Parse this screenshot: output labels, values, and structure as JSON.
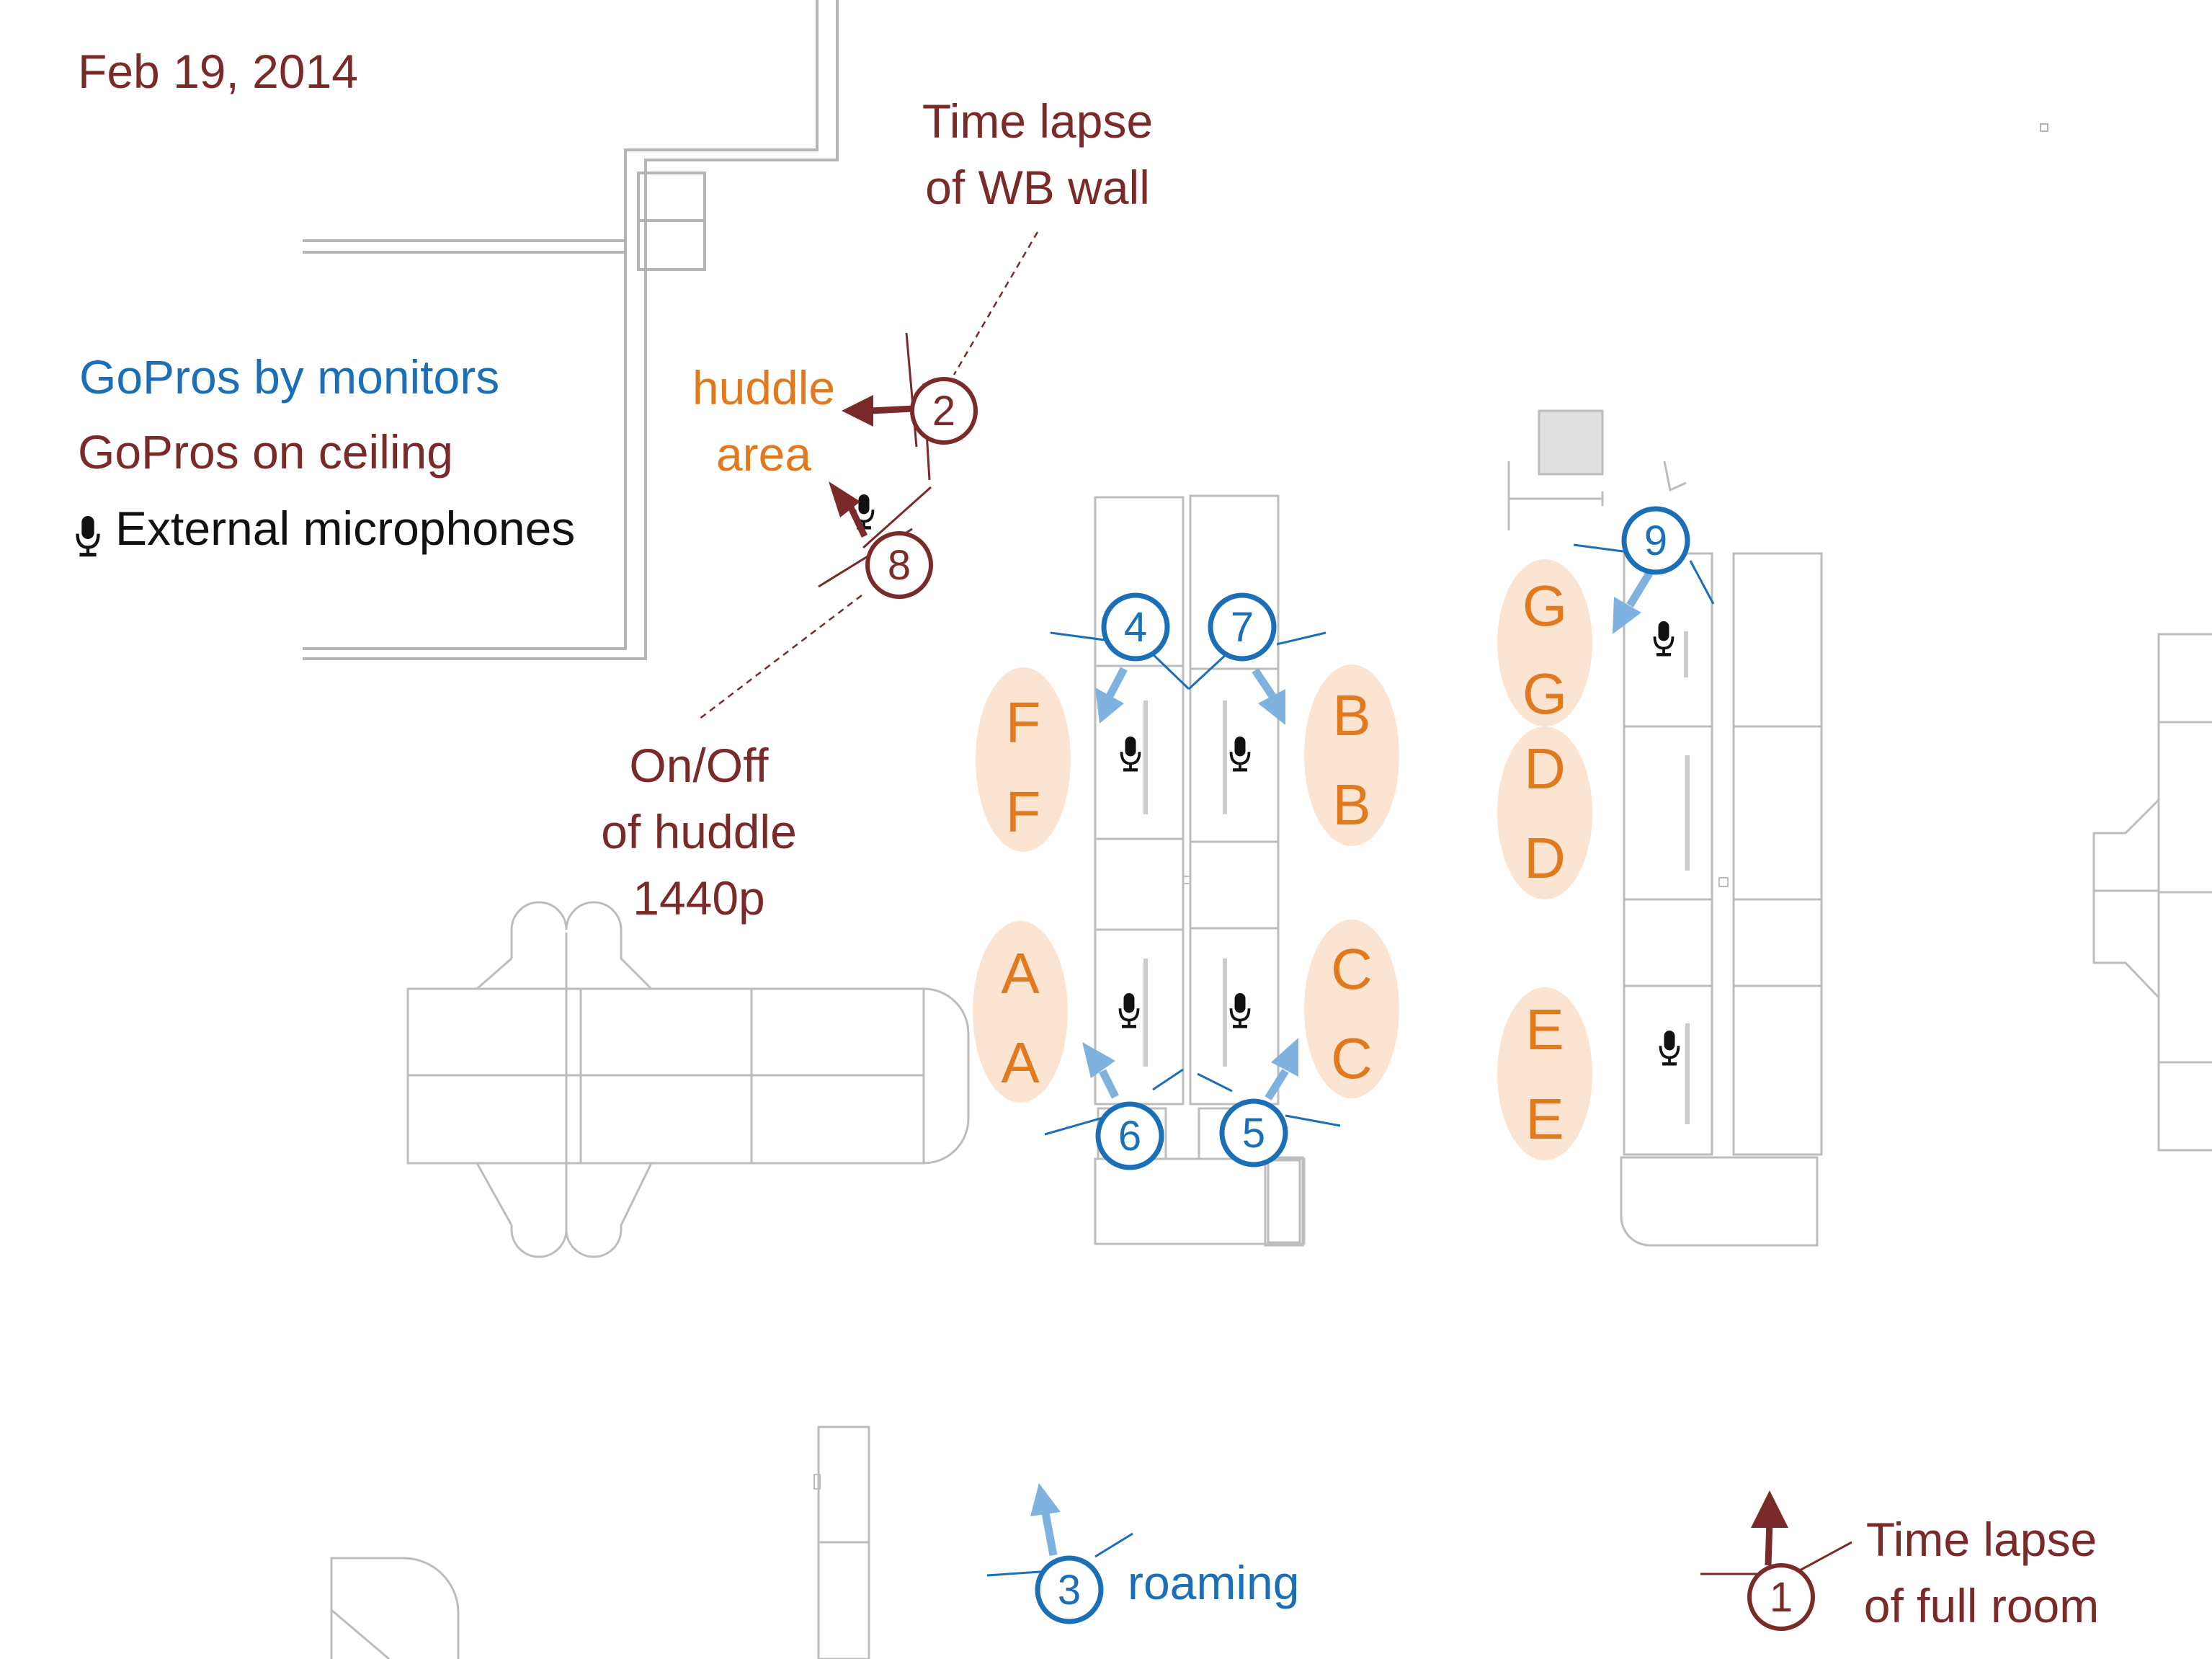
{
  "date": "Feb 19, 2014",
  "colors": {
    "gopro_monitor": "#1b6fb6",
    "gopro_monitor_arrow": "#7fb2de",
    "gopro_ceiling": "#7b2a2a",
    "huddle": "#e17a1e",
    "zone_fill": "#fce4d3",
    "wall": "#b5b5b5",
    "furniture": "#bdbdbd",
    "mic": "#111111"
  },
  "legend": {
    "gopro_monitors": "GoPros by monitors",
    "gopro_ceiling": "GoPros on ceiling",
    "external_mics": "External microphones",
    "mic_icon": "microphone-icon"
  },
  "notes": {
    "wb_wall_line1": "Time lapse",
    "wb_wall_line2": "of WB wall",
    "huddle_line1": "huddle",
    "huddle_line2": "area",
    "onoff_line1": "On/Off",
    "onoff_line2": "of huddle",
    "onoff_line3": "1440p",
    "roaming": "roaming",
    "full_room_line1": "Time lapse",
    "full_room_line2": "of full room"
  },
  "cameras": [
    {
      "number": "1",
      "type": "ceiling"
    },
    {
      "number": "2",
      "type": "ceiling"
    },
    {
      "number": "3",
      "type": "monitor"
    },
    {
      "number": "4",
      "type": "monitor"
    },
    {
      "number": "5",
      "type": "monitor"
    },
    {
      "number": "6",
      "type": "monitor"
    },
    {
      "number": "7",
      "type": "monitor"
    },
    {
      "number": "8",
      "type": "ceiling"
    },
    {
      "number": "9",
      "type": "monitor"
    }
  ],
  "seat_zones": [
    {
      "letters": [
        "F",
        "F"
      ]
    },
    {
      "letters": [
        "A",
        "A"
      ]
    },
    {
      "letters": [
        "B",
        "B"
      ]
    },
    {
      "letters": [
        "C",
        "C"
      ]
    },
    {
      "letters": [
        "G",
        "G"
      ]
    },
    {
      "letters": [
        "D",
        "D"
      ]
    },
    {
      "letters": [
        "E",
        "E"
      ]
    }
  ]
}
